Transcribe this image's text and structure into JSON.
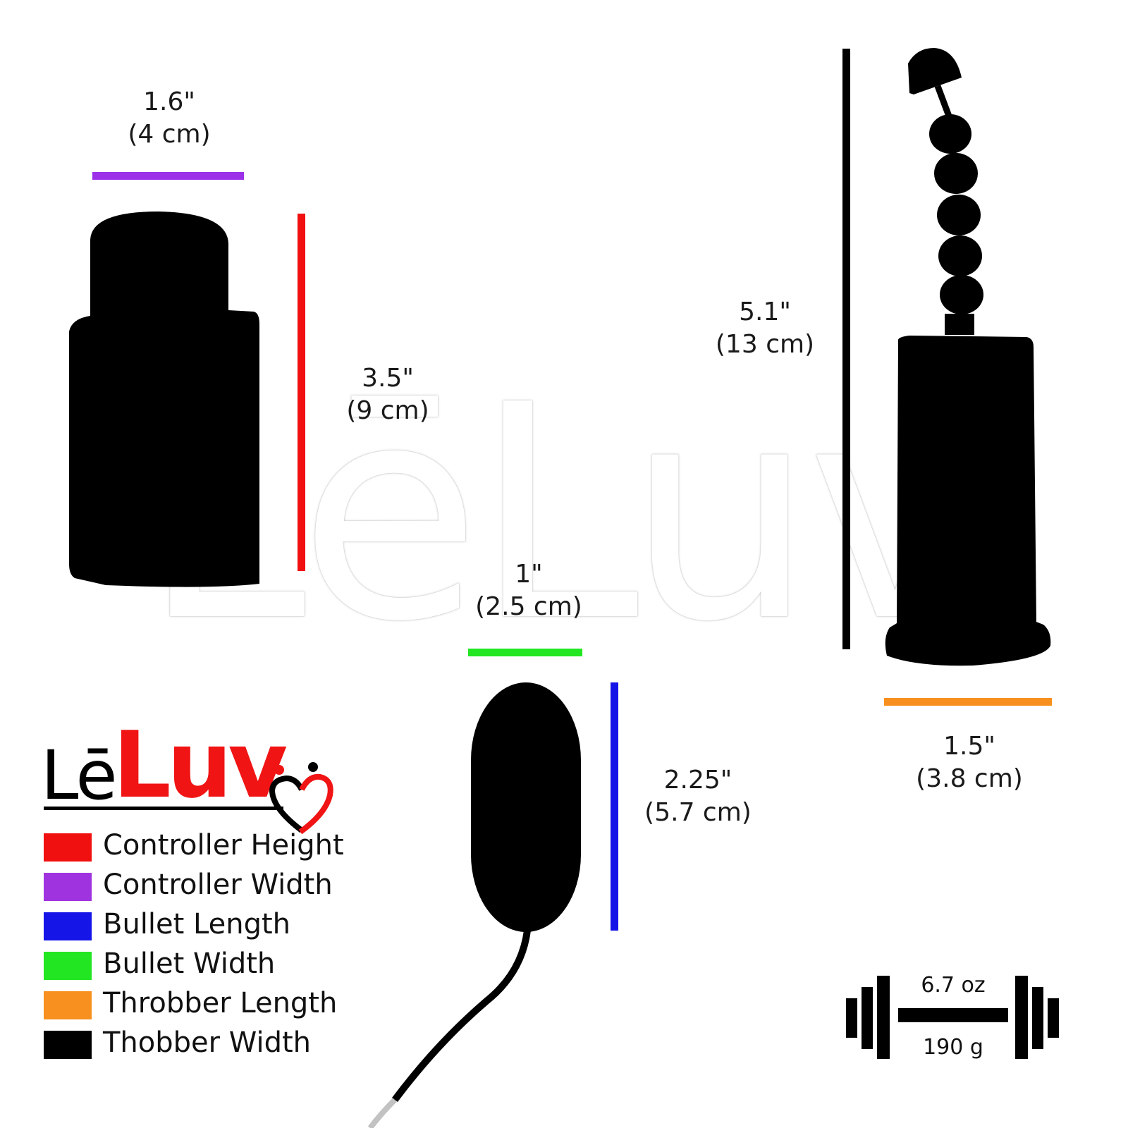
{
  "brand": {
    "prefix": "Lē",
    "name": "Luv"
  },
  "watermark": "LēLuv",
  "dimensions": {
    "controller_width": {
      "inches": "1.6\"",
      "cm": "(4 cm)",
      "color": "#9b30e8"
    },
    "controller_height": {
      "inches": "3.5\"",
      "cm": "(9 cm)",
      "color": "#f01010"
    },
    "bullet_width": {
      "inches": "1\"",
      "cm": "(2.5 cm)",
      "color": "#22e622"
    },
    "bullet_length": {
      "inches": "2.25\"",
      "cm": "(5.7 cm)",
      "color": "#1515e8"
    },
    "throbber_height": {
      "inches": "5.1\"",
      "cm": "(13 cm)",
      "color": "#000000"
    },
    "throbber_width": {
      "inches": "1.5\"",
      "cm": "(3.8 cm)",
      "color": "#f7901e"
    }
  },
  "legend": [
    {
      "label": "Controller Height",
      "color": "#f01010"
    },
    {
      "label": "Controller Width",
      "color": "#a033e0"
    },
    {
      "label": "Bullet Length",
      "color": "#1515e8"
    },
    {
      "label": "Bullet Width",
      "color": "#22e622"
    },
    {
      "label": "Throbber Length",
      "color": "#f7901e"
    },
    {
      "label": "Thobber Width",
      "color": "#000000"
    }
  ],
  "weight": {
    "imperial": "6.7 oz",
    "metric": "190 g",
    "icon": "dumbbell-icon"
  }
}
